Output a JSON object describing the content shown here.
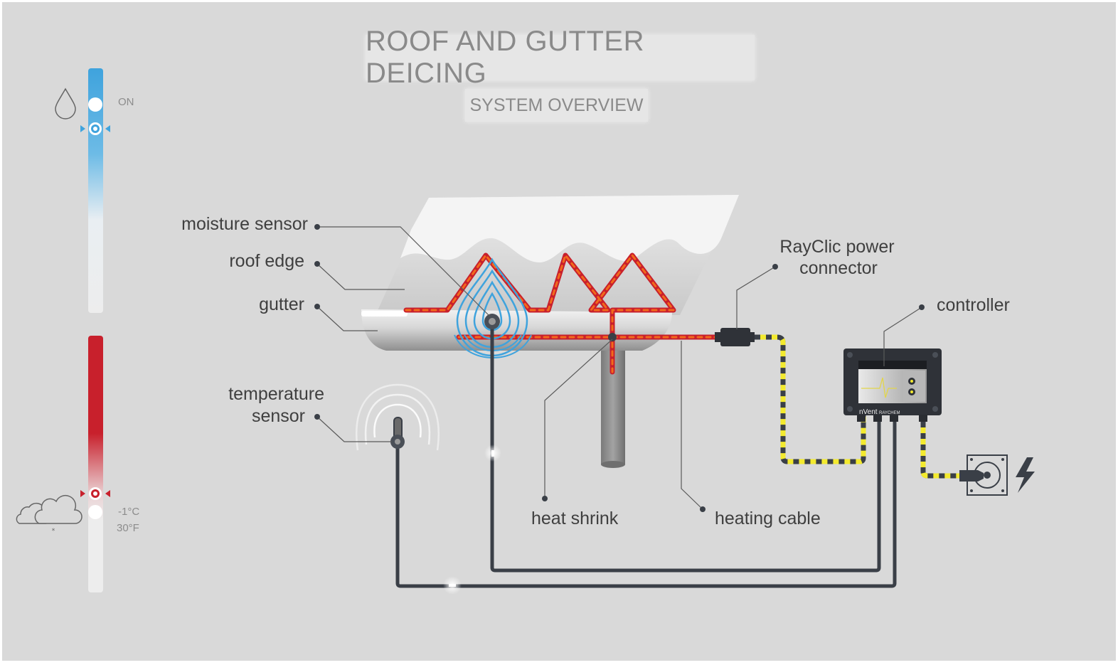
{
  "header": {
    "title": "ROOF AND GUTTER DEICING",
    "subtitle": "SYSTEM OVERVIEW"
  },
  "moisture_gauge": {
    "status": "ON",
    "icon": "water-drop-icon"
  },
  "temperature_gauge": {
    "celsius": "-1°C",
    "fahrenheit": "30°F",
    "icon": "snow-cloud-icon"
  },
  "labels": {
    "moisture_sensor": "moisture sensor",
    "roof_edge": "roof edge",
    "gutter": "gutter",
    "temperature_sensor_line1": "temperature",
    "temperature_sensor_line2": "sensor",
    "rayclic_line1": "RayClic power",
    "rayclic_line2": "connector",
    "controller": "controller",
    "heat_shrink": "heat shrink",
    "heating_cable": "heating cable"
  },
  "controller": {
    "brand_left": "nVent",
    "brand_right": "RAYCHEM"
  },
  "colors": {
    "background": "#d9d9d9",
    "moisture_blue": "#3fa3dd",
    "heat_red": "#c8202c",
    "cable_orange": "#f26a1b",
    "cable_yellow": "#f3ea2f",
    "wire_dark": "#3a3f47"
  }
}
